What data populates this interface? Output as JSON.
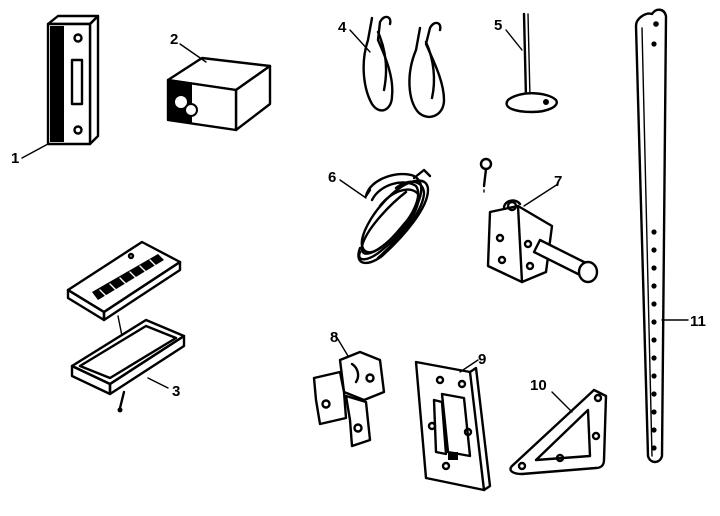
{
  "parts": [
    {
      "number": "1",
      "icon": "push-button-icon"
    },
    {
      "number": "2",
      "icon": "battery-icon"
    },
    {
      "number": "3",
      "icon": "transmitter-case-icon"
    },
    {
      "number": "4",
      "icon": "hook-clips-icon"
    },
    {
      "number": "5",
      "icon": "pull-cord-icon"
    },
    {
      "number": "6",
      "icon": "wire-coil-icon"
    },
    {
      "number": "7",
      "icon": "door-bracket-icon"
    },
    {
      "number": "8",
      "icon": "angle-bracket-icon"
    },
    {
      "number": "9",
      "icon": "header-bracket-icon"
    },
    {
      "number": "10",
      "icon": "triangle-bracket-icon"
    },
    {
      "number": "11",
      "icon": "perforated-strap-icon"
    }
  ]
}
